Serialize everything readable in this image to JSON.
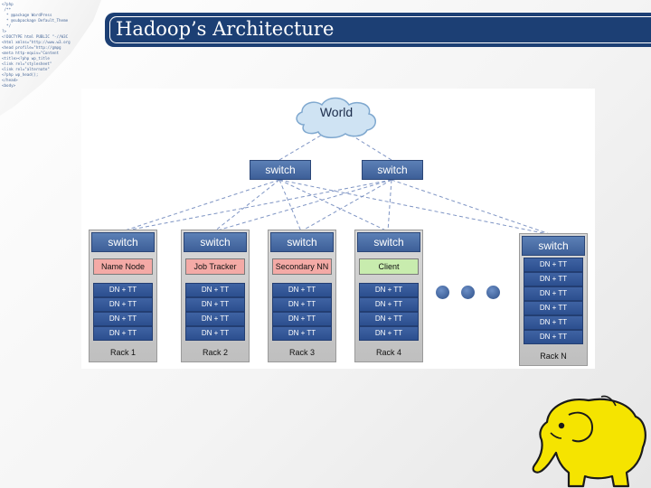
{
  "slide": {
    "title": "Hadoop’s Architecture"
  },
  "cloud": {
    "label": "World"
  },
  "top_switches": [
    {
      "label": "switch"
    },
    {
      "label": "switch"
    }
  ],
  "racks": [
    {
      "switch": "switch",
      "role": "Name Node",
      "role_color": "#f4aaa6",
      "nodes": [
        "DN + TT",
        "DN + TT",
        "DN + TT",
        "DN + TT"
      ],
      "label": "Rack 1"
    },
    {
      "switch": "switch",
      "role": "Job Tracker",
      "role_color": "#f4aaa6",
      "nodes": [
        "DN + TT",
        "DN + TT",
        "DN + TT",
        "DN + TT"
      ],
      "label": "Rack 2"
    },
    {
      "switch": "switch",
      "role": "Secondary NN",
      "role_color": "#f4aaa6",
      "nodes": [
        "DN + TT",
        "DN + TT",
        "DN + TT",
        "DN + TT"
      ],
      "label": "Rack 3"
    },
    {
      "switch": "switch",
      "role": "Client",
      "role_color": "#c8ecae",
      "nodes": [
        "DN + TT",
        "DN + TT",
        "DN + TT",
        "DN + TT"
      ],
      "label": "Rack 4"
    },
    {
      "switch": "switch",
      "role": "",
      "nodes": [
        "DN + TT",
        "DN + TT",
        "DN + TT",
        "DN + TT",
        "DN + TT",
        "DN + TT"
      ],
      "label": "Rack N"
    }
  ],
  "colors": {
    "title_bar": "#1c3f74",
    "switch": "#4a6ea8",
    "datanode": "#2f5393",
    "cable": "#7f95c4"
  }
}
